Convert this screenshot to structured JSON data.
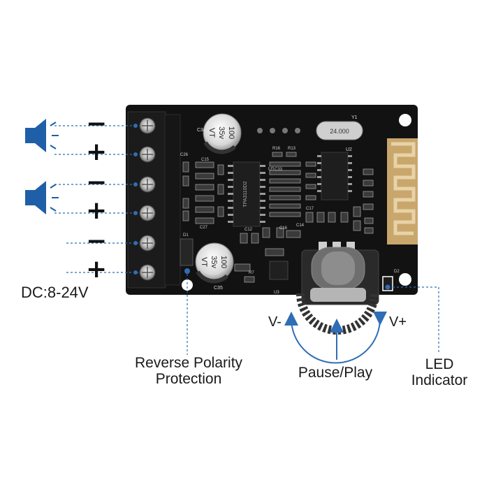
{
  "labels": {
    "supply_voltage": "DC:8-24V",
    "reverse_polarity": "Reverse Polarity",
    "protection": "Protection",
    "pause_play": "Pause/Play",
    "volume_down": "V-",
    "volume_up": "V+",
    "led": "LED",
    "indicator": "Indicator"
  },
  "terminal_signs": [
    "−",
    "+",
    "−",
    "+",
    "−",
    "+"
  ],
  "board_marks": {
    "cap_top": [
      "100",
      "35v",
      "VT"
    ],
    "cap_bottom": [
      "100",
      "35v",
      "VT"
    ],
    "cap_top_ref": "C34",
    "cap_bottom_ref": "C35",
    "crystal": "24.000",
    "crystal_ref": "Y1",
    "amp_chip": "TPA3110D2",
    "u1": "U1",
    "u2": "U2",
    "u3": "U3",
    "d1": "D1",
    "d2": "D2",
    "r7": "R7",
    "r16": "R16",
    "r13": "R13",
    "c15": "C15",
    "c26": "C26",
    "c27": "C27",
    "c17": "C17",
    "c33": "C33",
    "c12": "C12",
    "c14": "C14",
    "c16": "C16"
  },
  "colors": {
    "speaker_blue": "#1f5fa8",
    "dashed_line": "#2f6db5",
    "arrow_blue": "#2f6db5",
    "pcb": "#121212",
    "terminal_block": "#1b1b1b",
    "antenna_gold": "#c9a66b"
  },
  "icons": [
    "speaker-icon",
    "speaker-icon"
  ]
}
